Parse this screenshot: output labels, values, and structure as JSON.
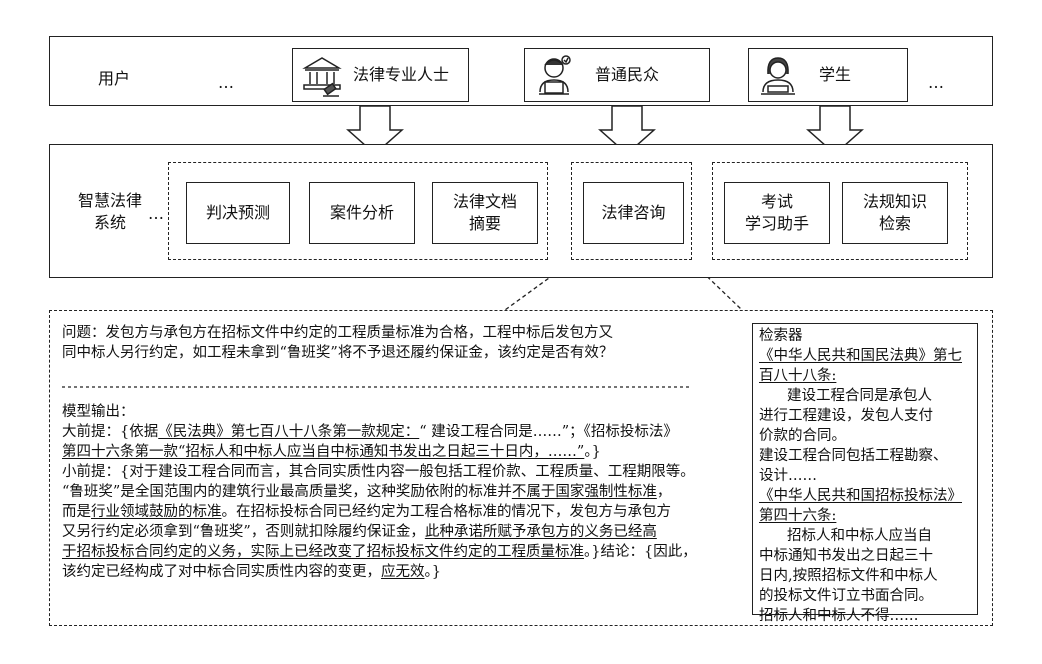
{
  "users": {
    "label": "用户",
    "ellipsis_left": "…",
    "ellipsis_right": "…",
    "items": [
      {
        "label": "法律专业人士",
        "icon": "lawyer-icon"
      },
      {
        "label": "普通民众",
        "icon": "citizen-icon"
      },
      {
        "label": "学生",
        "icon": "student-icon"
      }
    ]
  },
  "system": {
    "label_line1": "智慧法律",
    "label_line2": "系统",
    "ellipsis": "…",
    "groups": [
      {
        "items": [
          {
            "label": "判决预测"
          },
          {
            "label": "案件分析"
          },
          {
            "line1": "法律文档",
            "line2": "摘要"
          }
        ]
      },
      {
        "items": [
          {
            "label": "法律咨询"
          }
        ]
      },
      {
        "items": [
          {
            "line1": "考试",
            "line2": "学习助手"
          },
          {
            "line1": "法规知识",
            "line2": "检索"
          }
        ]
      }
    ]
  },
  "detail": {
    "question_line1": "问题：发包方与承包方在招标文件中约定的工程质量标准为合格，工程中标后发包方又",
    "question_line2": "同中标人另行约定，如工程未拿到“鲁班奖”将不予退还履约保证金，该约定是否有效？",
    "output_title": "模型输出：",
    "output": {
      "p1a": "大前提：{依据",
      "p1b": "《民法典》第七百八十八条第一款规定：",
      "p1c": "“ 建设工程合同是……”；《招标投标法》",
      "p2a": "第四十六条第一款“招标人和中标人应当自中标通知书发出之日起三十日内，……”",
      "p2b": "。}",
      "p3a": "小前提：{对于建设工程合同而言，其合同实质性内容一般包括工程价款、工程质量、工程期限等。",
      "p4a": "“鲁班奖”是全国范围内的建筑行业最高质量奖，这种奖励依附的标准并",
      "p4b": "不属于国家强制性标准",
      "p4c": "，",
      "p5a": "而是",
      "p5b": "行业领域鼓励的标准",
      "p5c": "。在招标投标合同已经约定为工程合格标准的情况下，发包方与承包方",
      "p6a": "又另行约定必须拿到“鲁班奖”，否则就扣除履约保证金，",
      "p6b": "此种承诺所赋予承包方的义务已经高",
      "p7a": "于招标投标合同约定的义务，实际上已经改变了招标投标文件约定的工程质量标准",
      "p7b": "。}结论：{因此，",
      "p8a": "该约定已经构成了对中标合同实质性内容的变更，",
      "p8b": "应无效",
      "p8c": "。}"
    },
    "retriever": {
      "title": "检索器",
      "law1_line1": "《中华人民共和国民法典》第七",
      "law1_line2": "百八十八条:",
      "law1_body": [
        "建设工程合同是承包人",
        "进行工程建设，发包人支付",
        "价款的合同。",
        "建设工程合同包括工程勘察、",
        "设计……"
      ],
      "law2_line1": "《中华人民共和国招标投标法》",
      "law2_line2": "第四十六条:",
      "law2_body": [
        "招标人和中标人应当自",
        "中标通知书发出之日起三十",
        "日内,按照招标文件和中标人",
        "的投标文件订立书面合同。",
        "招标人和中标人不得……"
      ]
    }
  }
}
